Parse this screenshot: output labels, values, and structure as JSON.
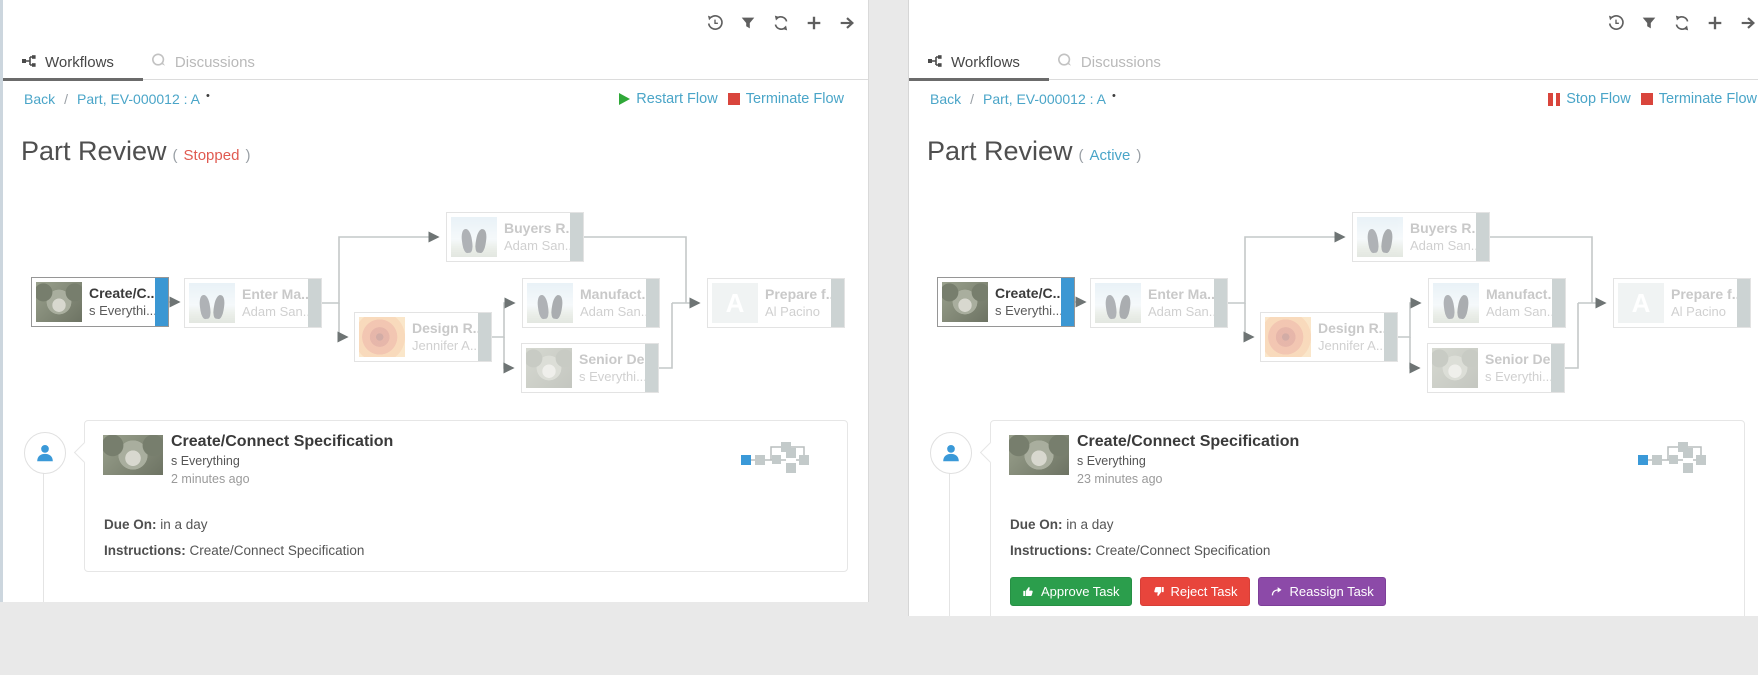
{
  "colors": {
    "link_blue": "#4aa5c8",
    "accent_blue": "#3a99d8",
    "node_active_bar": "#3b97d3",
    "status_stopped": "#e05a50",
    "status_active": "#4aa5c8",
    "flow_play_green": "#2fa838",
    "flow_red": "#d9453c",
    "approve_green": "#2b9e4c",
    "reject_red": "#e8453c",
    "reassign_purple": "#8c4aa8"
  },
  "toolbar_icons": [
    "history-icon",
    "filter-icon",
    "refresh-icon",
    "add-icon",
    "arrow-right-icon"
  ],
  "panels": [
    {
      "side": "left",
      "tabs": [
        {
          "label": "Workflows",
          "active": true
        },
        {
          "label": "Discussions",
          "active": false
        }
      ],
      "breadcrumb": {
        "back": "Back",
        "sep": "/",
        "item": "Part, EV-000012 : A",
        "dot": "•"
      },
      "flow_actions": [
        {
          "label": "Restart Flow",
          "icon": "play-icon"
        },
        {
          "label": "Terminate Flow",
          "icon": "stop-square-icon"
        }
      ],
      "title": {
        "text": "Part Review",
        "paren_open": "(",
        "status": "Stopped",
        "paren_close": ")"
      },
      "diagram": {
        "nodes": [
          {
            "title": "Create/C...",
            "subtitle": "s Everythi...",
            "avatar": "koala",
            "state": "active"
          },
          {
            "title": "Enter Ma...",
            "subtitle": "Adam San...",
            "avatar": "penguins",
            "state": "pending"
          },
          {
            "title": "Buyers R...",
            "subtitle": "Adam San...",
            "avatar": "penguins",
            "state": "pending"
          },
          {
            "title": "Design R...",
            "subtitle": "Jennifer A...",
            "avatar": "flower",
            "state": "pending"
          },
          {
            "title": "Manufact...",
            "subtitle": "Adam San...",
            "avatar": "penguins",
            "state": "pending"
          },
          {
            "title": "Senior De...",
            "subtitle": "s Everythi...",
            "avatar": "koala",
            "state": "pending"
          },
          {
            "title": "Prepare f...",
            "subtitle": "Al Pacino",
            "avatar": "letter-a",
            "letter": "A",
            "state": "pending"
          }
        ]
      },
      "card": {
        "title": "Create/Connect Specification",
        "subtitle": "s Everything",
        "time_ago": "2 minutes ago",
        "due_label": "Due On:",
        "due_value": "in a day",
        "instructions_label": "Instructions:",
        "instructions_value": "Create/Connect Specification"
      }
    },
    {
      "side": "right",
      "tabs": [
        {
          "label": "Workflows",
          "active": true
        },
        {
          "label": "Discussions",
          "active": false
        }
      ],
      "breadcrumb": {
        "back": "Back",
        "sep": "/",
        "item": "Part, EV-000012 : A",
        "dot": "•"
      },
      "flow_actions": [
        {
          "label": "Stop Flow",
          "icon": "pause-icon"
        },
        {
          "label": "Terminate Flow",
          "icon": "stop-square-icon"
        }
      ],
      "title": {
        "text": "Part Review",
        "paren_open": "(",
        "status": "Active",
        "paren_close": ")"
      },
      "diagram": {
        "nodes": [
          {
            "title": "Create/C...",
            "subtitle": "s Everythi...",
            "avatar": "koala",
            "state": "active"
          },
          {
            "title": "Enter Ma...",
            "subtitle": "Adam San...",
            "avatar": "penguins",
            "state": "pending"
          },
          {
            "title": "Buyers R...",
            "subtitle": "Adam San...",
            "avatar": "penguins",
            "state": "pending"
          },
          {
            "title": "Design R...",
            "subtitle": "Jennifer A...",
            "avatar": "flower",
            "state": "pending"
          },
          {
            "title": "Manufact...",
            "subtitle": "Adam San...",
            "avatar": "penguins",
            "state": "pending"
          },
          {
            "title": "Senior De...",
            "subtitle": "s Everythi...",
            "avatar": "koala",
            "state": "pending"
          },
          {
            "title": "Prepare f...",
            "subtitle": "Al Pacino",
            "avatar": "letter-a",
            "letter": "A",
            "state": "pending"
          }
        ]
      },
      "card": {
        "title": "Create/Connect Specification",
        "subtitle": "s Everything",
        "time_ago": "23 minutes ago",
        "due_label": "Due On:",
        "due_value": "in a day",
        "instructions_label": "Instructions:",
        "instructions_value": "Create/Connect Specification",
        "buttons": [
          {
            "label": "Approve Task",
            "icon": "thumbs-up-icon"
          },
          {
            "label": "Reject Task",
            "icon": "thumbs-down-icon"
          },
          {
            "label": "Reassign Task",
            "icon": "reassign-arrow-icon"
          }
        ]
      }
    }
  ]
}
